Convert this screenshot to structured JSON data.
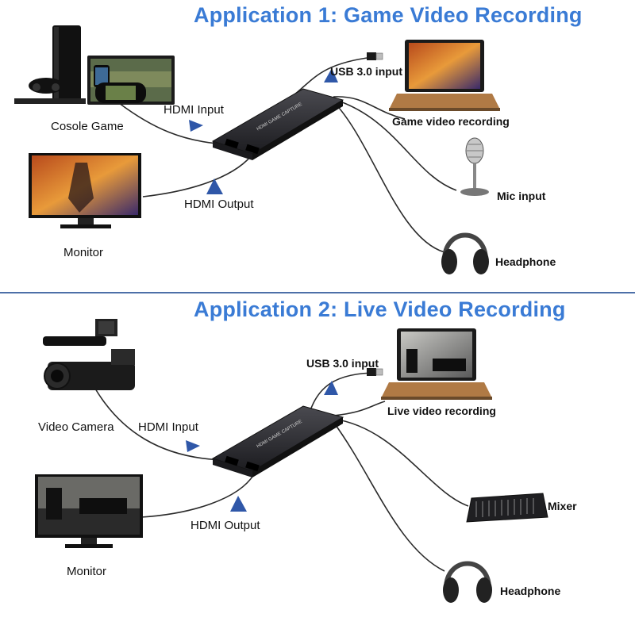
{
  "app1": {
    "title": "Application 1: Game Video Recording",
    "labels": {
      "console": "Cosole Game",
      "hdmi_in": "HDMI Input",
      "hdmi_out": "HDMI Output",
      "monitor": "Monitor",
      "usb": "USB 3.0 input",
      "recording": "Game video recording",
      "mic": "Mic input",
      "headphone": "Headphone"
    }
  },
  "app2": {
    "title": "Application 2: Live Video Recording",
    "labels": {
      "camera": "Video Camera",
      "hdmi_in": "HDMI Input",
      "hdmi_out": "HDMI Output",
      "monitor": "Monitor",
      "usb": "USB 3.0 input",
      "recording": "Live video recording",
      "mixer": "Mixer",
      "headphone": "Headphone"
    }
  },
  "device_text": "HDMI GAME CAPTURE",
  "colors": {
    "title": "#3a7bd5",
    "arrow": "#2f57a8",
    "divider": "#4d6fa8",
    "device": "#2a2a2e"
  }
}
